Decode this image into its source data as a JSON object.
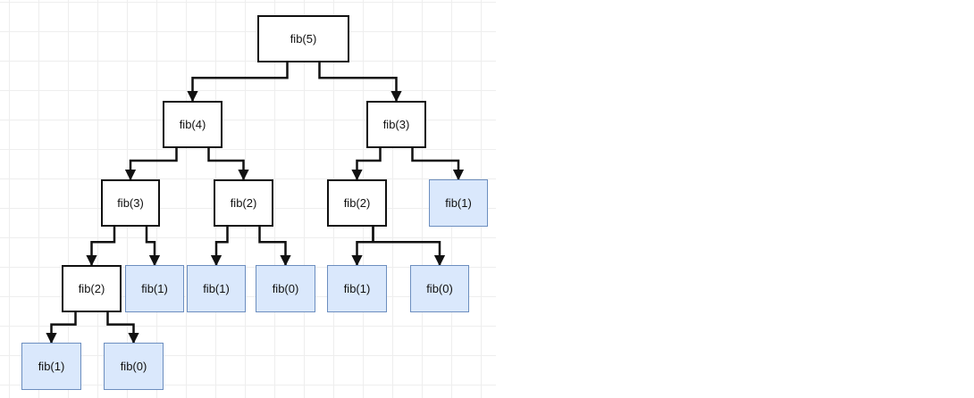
{
  "diagram": {
    "title": "",
    "colors": {
      "call_fill": "#ffffff",
      "call_border": "#111111",
      "leaf_fill": "#dae8fc",
      "leaf_border": "#6c8ebf",
      "edge": "#111111",
      "grid": "#eeeeee"
    },
    "nodes": {
      "n5": "fib(5)",
      "n4": "fib(4)",
      "n3a": "fib(3)",
      "n3b": "fib(3)",
      "n2a": "fib(2)",
      "n2b": "fib(2)",
      "n2c": "fib(2)",
      "n1a": "fib(1)",
      "n1b": "fib(1)",
      "n1c": "fib(1)",
      "n1d": "fib(1)",
      "n1e": "fib(1)",
      "n0a": "fib(0)",
      "n0b": "fib(0)",
      "n0c": "fib(0)"
    },
    "edges": [
      [
        "n5",
        "n4"
      ],
      [
        "n5",
        "n3b"
      ],
      [
        "n4",
        "n3a"
      ],
      [
        "n4",
        "n2b"
      ],
      [
        "n3b",
        "n2c"
      ],
      [
        "n3b",
        "n1e"
      ],
      [
        "n3a",
        "n2a"
      ],
      [
        "n3a",
        "n1b"
      ],
      [
        "n2b",
        "n1c"
      ],
      [
        "n2b",
        "n0b"
      ],
      [
        "n2c",
        "n1d"
      ],
      [
        "n2c",
        "n0c"
      ],
      [
        "n2a",
        "n1a"
      ],
      [
        "n2a",
        "n0a"
      ]
    ]
  }
}
